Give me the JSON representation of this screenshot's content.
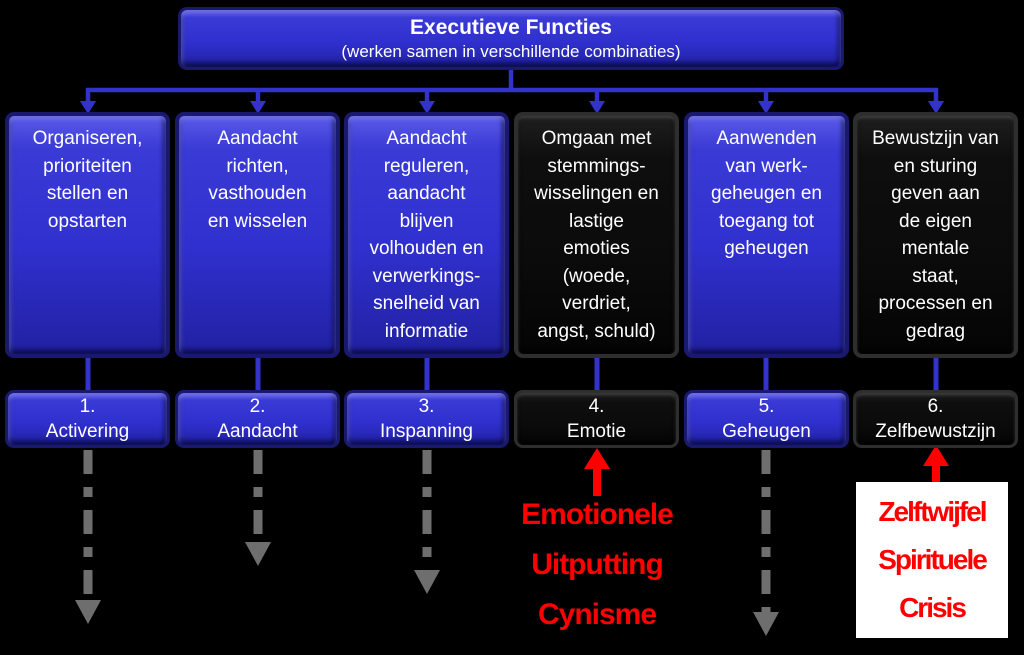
{
  "header": {
    "title": "Executieve Functies",
    "subtitle": "(werken samen in verschillende combinaties)"
  },
  "columns": [
    {
      "number": "1.",
      "name": "Activering",
      "variant": "blue",
      "description": "Organiseren,\nprioriteiten\nstellen en\nopstarten"
    },
    {
      "number": "2.",
      "name": "Aandacht",
      "variant": "blue",
      "description": "Aandacht\nrichten,\nvasthouden\nen wisselen"
    },
    {
      "number": "3.",
      "name": "Inspanning",
      "variant": "blue",
      "description": "Aandacht\nreguleren,\naandacht\nblijven\nvolhouden en\nverwerkings-\nsnelheid van\ninformatie"
    },
    {
      "number": "4.",
      "name": "Emotie",
      "variant": "black",
      "description": "Omgaan met\nstemmings-\nwisselingen en\nlastige\nemoties\n(woede,\nverdriet,\nangst, schuld)"
    },
    {
      "number": "5.",
      "name": "Geheugen",
      "variant": "blue",
      "description": "Aanwenden\nvan werk-\ngeheugen en\ntoegang tot\ngeheugen"
    },
    {
      "number": "6.",
      "name": "Zelfbewustzijn",
      "variant": "black",
      "description": "Bewustzijn van\nen sturing\ngeven aan\nde eigen\nmentale\nstaat,\nprocessen en\ngedrag"
    }
  ],
  "annotations": {
    "burnout": {
      "lines": [
        "Emotionele",
        "Uitputting",
        "Cynisme"
      ]
    },
    "crisis": {
      "lines": [
        "Zelftwijfel",
        "Spirituele",
        "Crisis"
      ]
    }
  },
  "colors": {
    "blue": "#3030cf",
    "navy_border": "#191970",
    "connector_blue": "#3333cc",
    "black_box": "#0b0b0b",
    "black_border": "#2e2e2e",
    "gray_arrow": "#6e6e6e",
    "red": "#fe0000",
    "text": "#ffffff",
    "white_box": "#ffffff"
  }
}
